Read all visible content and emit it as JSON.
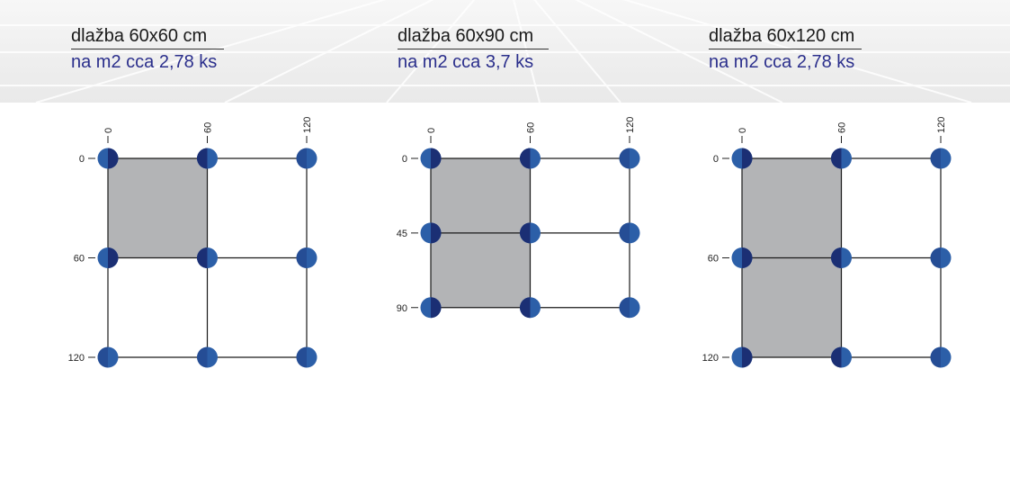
{
  "colors": {
    "tile_fill": "#b3b4b6",
    "grid_line": "#1a1a1a",
    "dot_light": "#2c5fa8",
    "dot_dark": "#1b2f74",
    "title_text": "#1a1a1a",
    "subtitle_text": "#2b2f8c"
  },
  "panels": [
    {
      "title": "dlažba 60x60 cm",
      "subtitle": "na m2 cca 2,78 ks",
      "x_ticks": [
        "0",
        "60",
        "120"
      ],
      "y_ticks": [
        "0",
        "60",
        "120"
      ],
      "tile": {
        "x": [
          0,
          60
        ],
        "y": [
          0,
          60
        ]
      },
      "grid_x": [
        0,
        60,
        120
      ],
      "grid_y": [
        0,
        60,
        120
      ]
    },
    {
      "title": "dlažba 60x90 cm",
      "subtitle": "na m2 cca 3,7 ks",
      "x_ticks": [
        "0",
        "60",
        "120"
      ],
      "y_ticks": [
        "0",
        "45",
        "90"
      ],
      "tile": {
        "x": [
          0,
          60
        ],
        "y": [
          0,
          90
        ]
      },
      "grid_x": [
        0,
        60,
        120
      ],
      "grid_y": [
        0,
        45,
        90
      ]
    },
    {
      "title": "dlažba 60x120 cm",
      "subtitle": "na m2 cca 2,78 ks",
      "x_ticks": [
        "0",
        "60",
        "120"
      ],
      "y_ticks": [
        "0",
        "60",
        "120"
      ],
      "tile": {
        "x": [
          0,
          60
        ],
        "y": [
          0,
          120
        ]
      },
      "grid_x": [
        0,
        60,
        120
      ],
      "grid_y": [
        0,
        60,
        120
      ]
    }
  ]
}
